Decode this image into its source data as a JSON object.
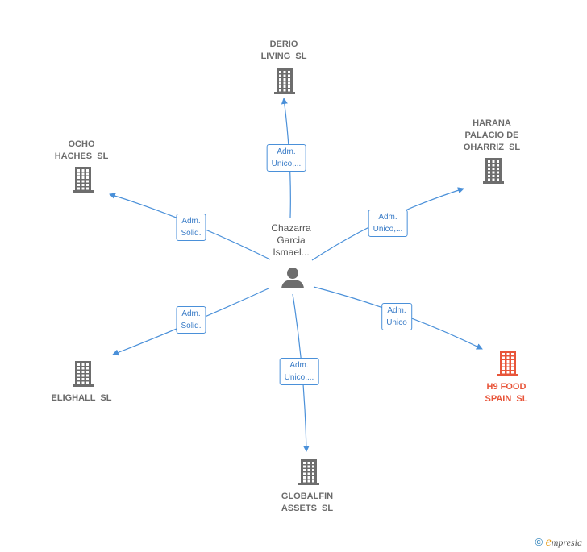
{
  "center": {
    "name_lines": [
      "Chazarra",
      "Garcia",
      "Ismael..."
    ],
    "icon": "person-icon"
  },
  "nodes": [
    {
      "id": "derio",
      "lines": [
        "DERIO",
        "LIVING  SL"
      ],
      "icon": "building-icon",
      "highlight": false
    },
    {
      "id": "harana",
      "lines": [
        "HARANA",
        "PALACIO DE",
        "OHARRIZ  SL"
      ],
      "icon": "building-icon",
      "highlight": false
    },
    {
      "id": "ocho",
      "lines": [
        "OCHO",
        "HACHES  SL"
      ],
      "icon": "building-icon",
      "highlight": false
    },
    {
      "id": "h9",
      "lines": [
        "H9 FOOD",
        "SPAIN  SL"
      ],
      "icon": "building-icon",
      "highlight": true
    },
    {
      "id": "elighall",
      "lines": [
        "ELIGHALL  SL"
      ],
      "icon": "building-icon",
      "highlight": false
    },
    {
      "id": "globalfin",
      "lines": [
        "GLOBALFIN",
        "ASSETS  SL"
      ],
      "icon": "building-icon",
      "highlight": false
    }
  ],
  "edges": [
    {
      "to": "derio",
      "label_lines": [
        "Adm.",
        "Unico,..."
      ]
    },
    {
      "to": "harana",
      "label_lines": [
        "Adm.",
        "Unico,..."
      ]
    },
    {
      "to": "ocho",
      "label_lines": [
        "Adm.",
        "Solid."
      ]
    },
    {
      "to": "h9",
      "label_lines": [
        "Adm.",
        "Unico"
      ]
    },
    {
      "to": "elighall",
      "label_lines": [
        "Adm.",
        "Solid."
      ]
    },
    {
      "to": "globalfin",
      "label_lines": [
        "Adm.",
        "Unico,..."
      ]
    }
  ],
  "colors": {
    "edge": "#4a90d9",
    "building": "#6d6d6d",
    "highlight": "#e8553a",
    "person": "#6d6d6d"
  },
  "footer": {
    "copyright_symbol": "©",
    "brand_initial": "e",
    "brand_rest": "mpresia"
  }
}
